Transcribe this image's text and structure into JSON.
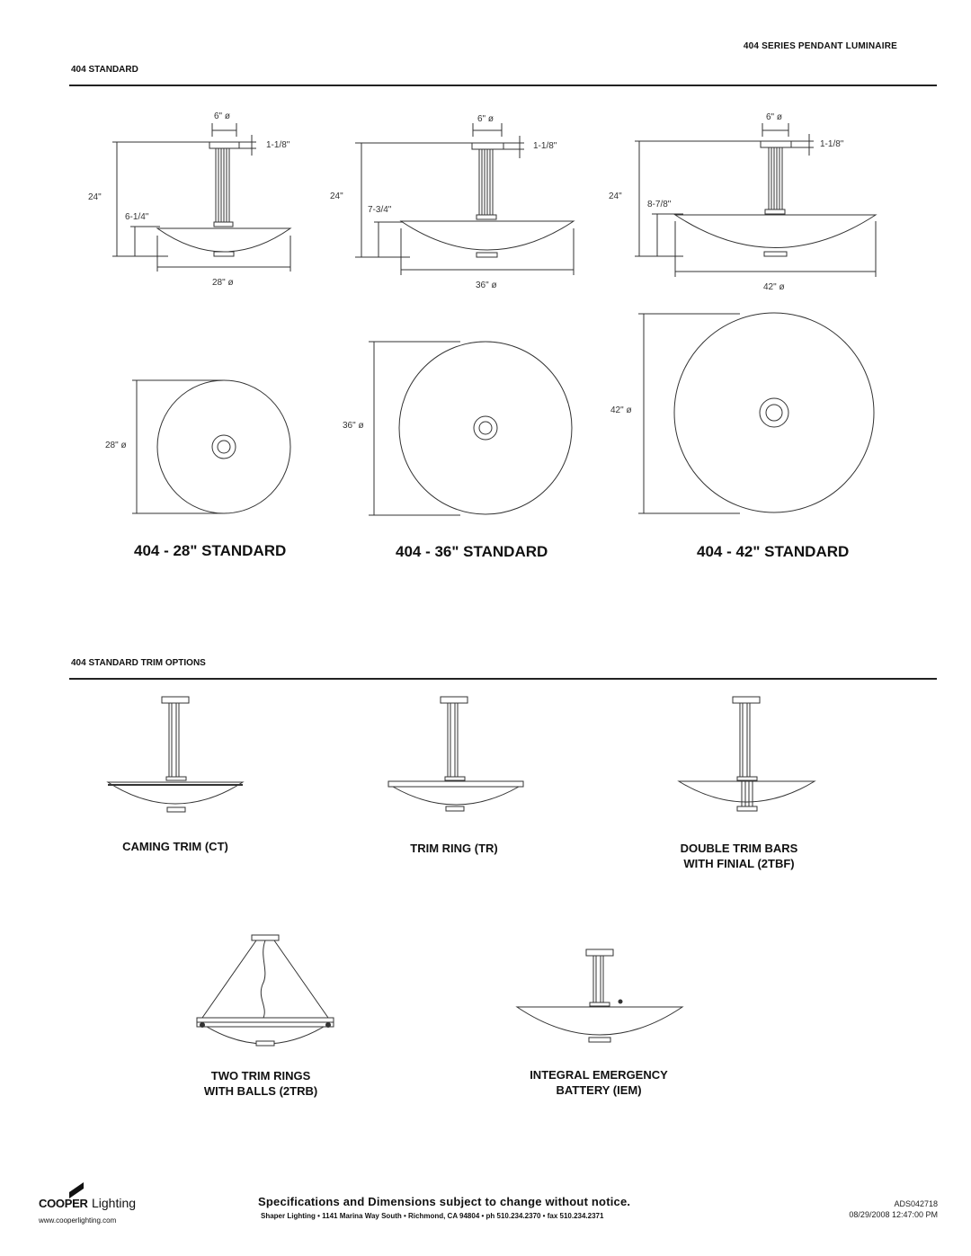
{
  "header": {
    "series_title": "404 SERIES PENDANT LUMINAIRE",
    "section_standard": "404 STANDARD",
    "section_trim": "404 STANDARD TRIM OPTIONS"
  },
  "side_views": [
    {
      "canopy": "6\" ø",
      "canopy_height": "1-1/8\"",
      "overall_height": "24\"",
      "bowl_height": "6-1/4\"",
      "diameter": "28\" ø"
    },
    {
      "canopy": "6\" ø",
      "canopy_height": "1-1/8\"",
      "overall_height": "24\"",
      "bowl_height": "7-3/4\"",
      "diameter": "36\" ø"
    },
    {
      "canopy": "6\" ø",
      "canopy_height": "1-1/8\"",
      "overall_height": "24\"",
      "bowl_height": "8-7/8\"",
      "diameter": "42\" ø"
    }
  ],
  "top_views": [
    {
      "diameter": "28\" ø",
      "title": "404 - 28\" STANDARD"
    },
    {
      "diameter": "36\" ø",
      "title": "404 - 36\" STANDARD"
    },
    {
      "diameter": "42\" ø",
      "title": "404 -  42\" STANDARD"
    }
  ],
  "trim_options": [
    {
      "line1": "CAMING TRIM (CT)",
      "line2": ""
    },
    {
      "line1": "TRIM RING (TR)",
      "line2": ""
    },
    {
      "line1": "DOUBLE TRIM BARS",
      "line2": "WITH FINIAL (2TBF)"
    },
    {
      "line1": "TWO TRIM RINGS",
      "line2": "WITH BALLS (2TRB)"
    },
    {
      "line1": "INTEGRAL EMERGENCY",
      "line2": "BATTERY (IEM)"
    }
  ],
  "footer": {
    "brand": "COOPER",
    "brand_suffix": "Lighting",
    "website": "www.cooperlighting.com",
    "notice": "Specifications and Dimensions subject to change without notice.",
    "address": "Shaper Lighting • 1141 Marina Way South • Richmond, CA 94804 • ph 510.234.2370 • fax 510.234.2371",
    "doc_id": "ADS042718",
    "timestamp": "08/29/2008 12:47:00 PM"
  }
}
